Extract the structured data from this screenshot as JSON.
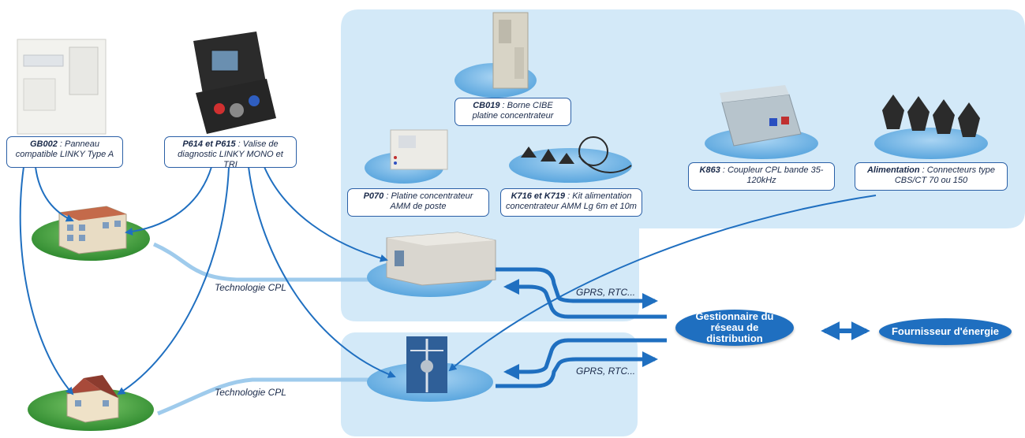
{
  "labels": {
    "gb002": {
      "code": "GB002",
      "text": " : Panneau compatible LINKY Type A"
    },
    "p614": {
      "code": "P614 et P615",
      "text": " : Valise de diagnostic LINKY MONO et TRI"
    },
    "cb019": {
      "code": "CB019",
      "text": " : Borne CIBE platine concentrateur"
    },
    "p070": {
      "code": "P070",
      "text": " : Platine concentrateur AMM de poste"
    },
    "k716": {
      "code": "K716 et K719",
      "text": " : Kit alimentation concentrateur AMM Lg 6m et 10m"
    },
    "k863": {
      "code": "K863",
      "text": " : Coupleur CPL bande 35-120kHz"
    },
    "alim": {
      "code": "Alimentation",
      "text": " : Connecteurs type CBS/CT 70 ou 150"
    }
  },
  "texts": {
    "cpl_top": "Technologie CPL",
    "cpl_bottom": "Technologie CPL",
    "gprs_top": "GPRS, RTC...",
    "gprs_bottom": "GPRS, RTC..."
  },
  "nodes": {
    "gestionnaire": "Gestionnaire du réseau de distribution",
    "fournisseur": "Fournisseur d'énergie"
  },
  "colors": {
    "panel": "#d3e9f8",
    "ellipse": "#6fb3e3",
    "arrow": "#1f6fc0",
    "cpl_line": "#9fcbec",
    "grass": "#3c9a3c"
  }
}
